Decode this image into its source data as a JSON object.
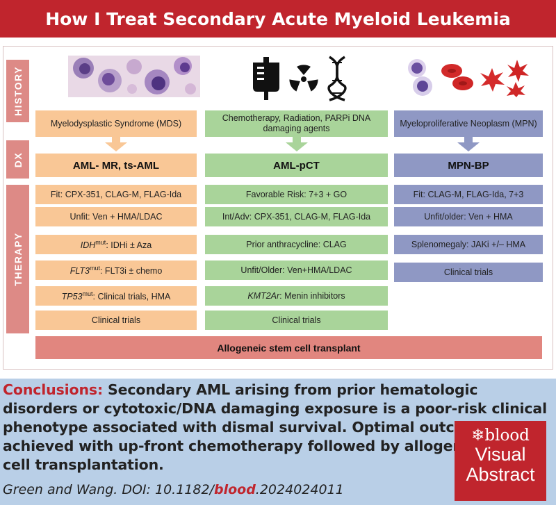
{
  "title": "How I Treat Secondary Acute Myeloid Leukemia",
  "side_labels": {
    "history": "HISTORY",
    "dx": "DX",
    "therapy": "THERAPY"
  },
  "colors": {
    "title_red": "#c0252d",
    "orange": "#f9c796",
    "green": "#a9d49a",
    "blue": "#8f98c4",
    "rose": "#dd8a86",
    "transplant": "#e1867f",
    "conclusion_bg": "#b9cfe7"
  },
  "icons": [
    "blood-smear-image",
    "iv-bag-icon",
    "radiation-icon",
    "dna-icon",
    "blood-cells-image"
  ],
  "columns": [
    {
      "history": "Myelodysplastic Syndrome (MDS)",
      "dx": "AML- MR, ts-AML",
      "therapy": [
        {
          "gene": "",
          "sup": "",
          "text": "Fit: CPX-351, CLAG-M, FLAG-Ida"
        },
        {
          "gene": "",
          "sup": "",
          "text": "Unfit: Ven + HMA/LDAC"
        },
        {
          "gene": "IDH",
          "sup": "mut",
          "text": ": IDHi ± Aza"
        },
        {
          "gene": "FLT3",
          "sup": "mut",
          "text": ": FLT3i ± chemo"
        },
        {
          "gene": "TP53",
          "sup": "mut",
          "text": ": Clinical trials, HMA"
        },
        {
          "gene": "",
          "sup": "",
          "text": "Clinical trials"
        }
      ]
    },
    {
      "history": "Chemotherapy, Radiation, PARPi DNA damaging agents",
      "dx": "AML-pCT",
      "therapy": [
        {
          "gene": "",
          "sup": "",
          "text": "Favorable Risk: 7+3 + GO"
        },
        {
          "gene": "",
          "sup": "",
          "text": "Int/Adv: CPX-351, CLAG-M, FLAG-Ida"
        },
        {
          "gene": "",
          "sup": "",
          "text": "Prior anthracycline: CLAG"
        },
        {
          "gene": "",
          "sup": "",
          "text": "Unfit/Older: Ven+HMA/LDAC"
        },
        {
          "gene": "KMT2Ar",
          "sup": "",
          "text": ": Menin inhibitors"
        },
        {
          "gene": "",
          "sup": "",
          "text": "Clinical trials"
        }
      ]
    },
    {
      "history": "Myeloproliferative Neoplasm (MPN)",
      "dx": "MPN-BP",
      "therapy": [
        {
          "gene": "",
          "sup": "",
          "text": "Fit: CLAG-M, FLAG-Ida, 7+3"
        },
        {
          "gene": "",
          "sup": "",
          "text": "Unfit/older: Ven + HMA"
        },
        {
          "gene": "",
          "sup": "",
          "text": "Splenomegaly: JAKi +/– HMA"
        },
        {
          "gene": "",
          "sup": "",
          "text": "Clinical trials"
        }
      ]
    }
  ],
  "transplant": "Allogeneic stem cell transplant",
  "conclusions": {
    "label": "Conclusions:",
    "text": "Secondary AML arising from prior hematologic disorders or cytotoxic/DNA damaging exposure is a poor-risk clinical phenotype associated with dismal survival. Optimal outcomes are achieved with up-front chemotherapy followed by allogeneic stem cell transplantation."
  },
  "citation": {
    "prefix": "Green and Wang. DOI: 10.1182/",
    "journal": "blood",
    "suffix": ".2024024011"
  },
  "badge": {
    "logo": "blood",
    "line1": "Visual",
    "line2": "Abstract"
  }
}
